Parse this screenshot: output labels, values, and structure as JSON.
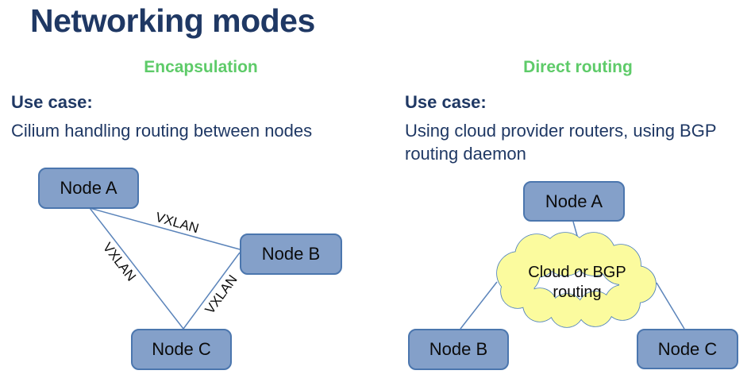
{
  "title": "Networking modes",
  "colors": {
    "title_navy": "#1F3864",
    "heading_green": "#5ECB69",
    "node_fill": "#84A0C9",
    "node_border": "#4B76AE",
    "connector_blue": "#5B84BA",
    "cloud_fill": "#FBFB9E",
    "cloud_border": "#4A7EBB"
  },
  "left": {
    "heading": "Encapsulation",
    "use_case_label": "Use case:",
    "use_case_text": "Cilium handling routing between nodes",
    "node_a": "Node A",
    "node_b": "Node B",
    "node_c": "Node C",
    "link_ab_label": "VXLAN",
    "link_ac_label": "VXLAN",
    "link_bc_label": "VXLAN"
  },
  "right": {
    "heading": "Direct routing",
    "use_case_label": "Use case:",
    "use_case_text": "Using cloud provider routers, using BGP routing daemon",
    "node_a": "Node A",
    "node_b": "Node B",
    "node_c": "Node C",
    "cloud_line1": "Cloud or BGP",
    "cloud_line2": "routing"
  }
}
